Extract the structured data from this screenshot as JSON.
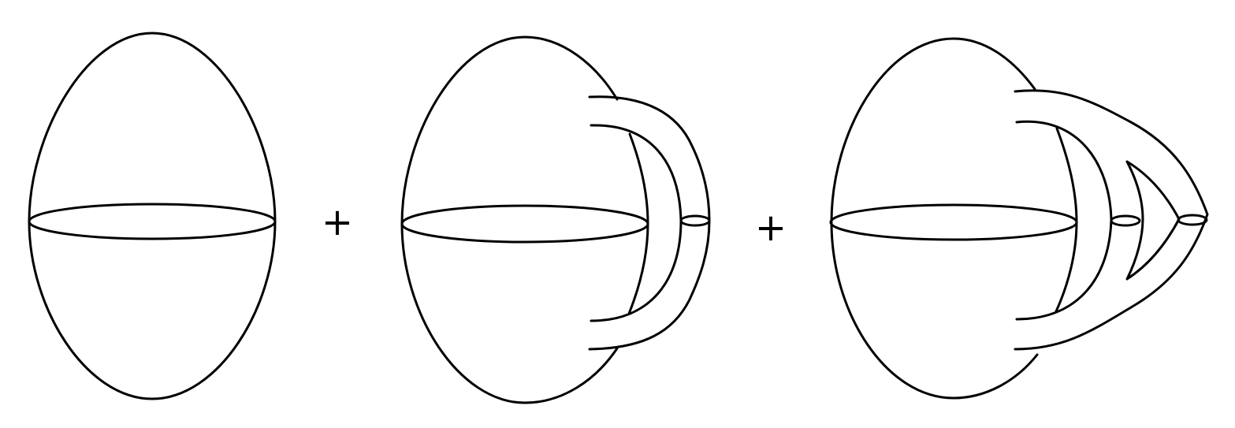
{
  "operators": [
    "+",
    "+"
  ],
  "colors": {
    "stroke": "#000000",
    "background": "#ffffff"
  },
  "terms": [
    {
      "description": "sphere",
      "handles": 0
    },
    {
      "description": "sphere-with-one-handle",
      "handles": 1
    },
    {
      "description": "sphere-with-branched-handle",
      "handles": 2
    }
  ]
}
